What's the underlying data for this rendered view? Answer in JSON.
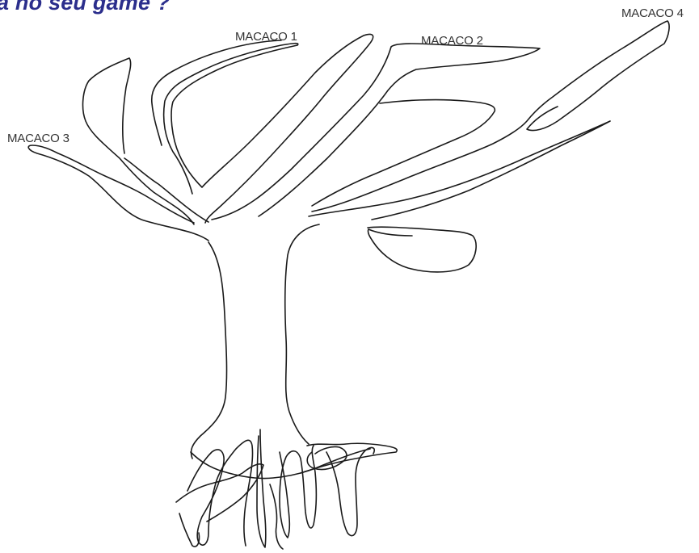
{
  "title": "a no seu game ?",
  "labels": {
    "monkey_1": "MACACO 1",
    "monkey_2": "MACACO 2",
    "monkey_3": "MACACO 3",
    "monkey_4": "MACACO 4"
  },
  "colors": {
    "title": "#2b2e8c",
    "label": "#333333",
    "stroke": "#1a1a1a",
    "background": "#ffffff"
  }
}
